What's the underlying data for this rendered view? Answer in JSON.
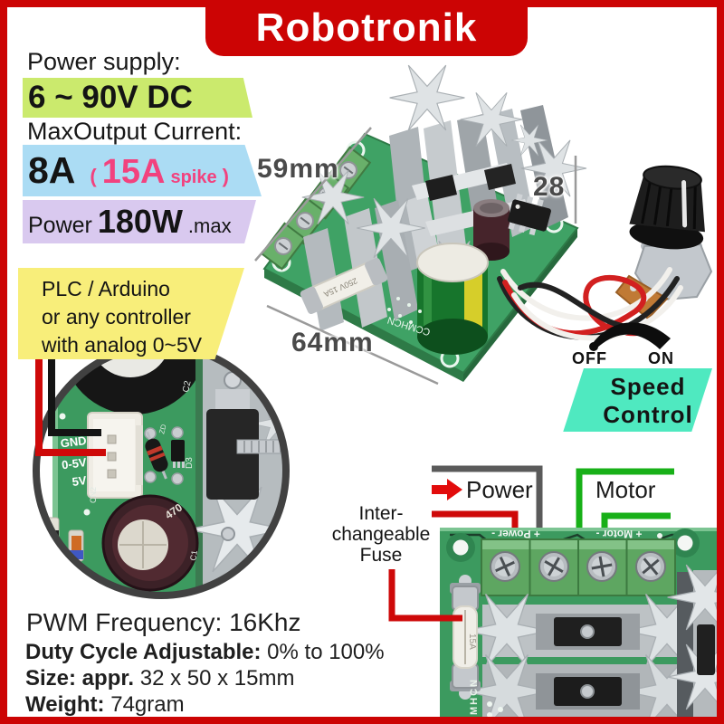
{
  "brand": {
    "title": "Robotronik"
  },
  "specs": {
    "power_supply_label": "Power supply:",
    "power_supply_value": "6 ~ 90V DC",
    "max_current_label": "MaxOutput Current:",
    "current_value": "8A",
    "spike_open": "(",
    "spike_value": "15A",
    "spike_word": "spike",
    "spike_close": ")",
    "power_label": "Power",
    "power_value": "180W",
    "power_suffix": ".max"
  },
  "controller_note": {
    "line1": "PLC / Arduino",
    "line2": "or any controller",
    "line3": "with analog 0~5V"
  },
  "dimensions": {
    "width": "59mm",
    "height": "28",
    "length": "64mm"
  },
  "speed_control": {
    "off": "OFF",
    "on": "ON",
    "label_line1": "Speed",
    "label_line2": "Control"
  },
  "board_silk": {
    "brand": "CCMHCN",
    "fuse_print": "250V 15A"
  },
  "inset": {
    "pin_gnd": "GND",
    "pin_analog": "0-5V",
    "pin_5v": "5V",
    "silk_c2": "C2",
    "silk_cn2": "CN2",
    "silk_zd": "ZD",
    "silk_d3": "D3",
    "silk_cap": "470",
    "silk_c1": "C1"
  },
  "connections": {
    "power_label": "Power",
    "motor_label": "Motor",
    "fuse_line1": "Inter-",
    "fuse_line2": "changeable",
    "fuse_line3": "Fuse",
    "silk_power": "+ Power -",
    "silk_motor": "+ Motor -",
    "silk_mhcn": "MHCN",
    "fuse_rating": "15A"
  },
  "footer": {
    "pwm_label": "PWM Frequency:",
    "pwm_value": "16Khz",
    "duty_label": "Duty Cycle Adjustable:",
    "duty_value": "0% to 100%",
    "size_label": "Size: appr.",
    "size_value": "32 x 50 x 15mm",
    "weight_label": "Weight:",
    "weight_value": "74gram"
  },
  "colors": {
    "banner_red": "#cc0404",
    "highlight_green": "#cbea6d",
    "highlight_blue": "#abdcf4",
    "highlight_lavender": "#d9c9ef",
    "highlight_yellow": "#f8ee7a",
    "highlight_mint": "#4fe9c0",
    "spike_pink": "#f2427e",
    "annotation_red": "#ce0909",
    "annotation_gray": "#5a5a5a",
    "annotation_green": "#18b018",
    "annotation_black": "#141414",
    "pcb_green": "#3c9a5f"
  }
}
